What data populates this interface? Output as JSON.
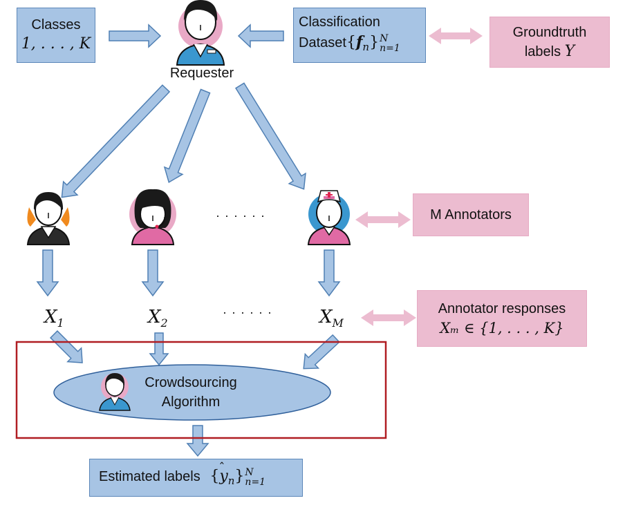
{
  "classes": {
    "title": "Classes",
    "math": "1, . . . , K"
  },
  "dataset": {
    "line1": "Classification",
    "line2_text": "Dataset",
    "math": "{fₙ}ⁿ₌₁",
    "sup": "N",
    "sub": "n=1"
  },
  "groundtruth": {
    "line1": "Groundtruth",
    "line2_text": "labels",
    "var": "Y"
  },
  "requester": {
    "label": "Requester"
  },
  "annotators": {
    "dots": "· · · · · ·",
    "box_label": "M Annotators"
  },
  "responses": {
    "x1": "X",
    "x1_sub": "1",
    "x2": "X",
    "x2_sub": "2",
    "dots": "· · · · · ·",
    "xm": "X",
    "xm_sub": "M",
    "box_title": "Annotator responses",
    "box_math": "Xₘ ∈ {1, . . . , K}"
  },
  "algorithm": {
    "line1": "Crowdsourcing",
    "line2": "Algorithm"
  },
  "estimated": {
    "text": "Estimated labels",
    "sup": "N",
    "sub": "n=1"
  },
  "colors": {
    "box_blue": "#a7c4e4",
    "box_border": "#5b86b8",
    "box_pink": "#ecbcd0",
    "frame_red": "#b01d22"
  }
}
